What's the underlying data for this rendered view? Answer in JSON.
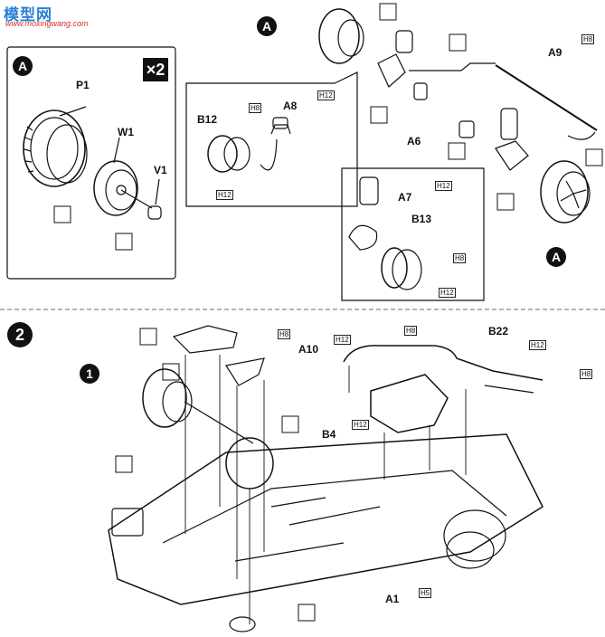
{
  "watermark": {
    "logo": "模型网",
    "url": "www.moxingwang.com"
  },
  "step1": {
    "inset_badge": "A",
    "multiplier": "×2",
    "inset_parts": [
      "P1",
      "W1",
      "V1"
    ],
    "top_badge": "A",
    "bottom_badge": "A",
    "parts": [
      "A9",
      "A8",
      "B12",
      "A6",
      "A7",
      "B13"
    ],
    "paint": [
      "H8",
      "H12",
      "H12",
      "H12",
      "H8",
      "H12"
    ]
  },
  "step2": {
    "step_number": "2",
    "sub_badge": "1",
    "parts": [
      "A10",
      "B22",
      "B4",
      "A1"
    ],
    "paint": [
      "H8",
      "H12",
      "H8",
      "H12",
      "H8",
      "H12",
      "H5"
    ]
  }
}
